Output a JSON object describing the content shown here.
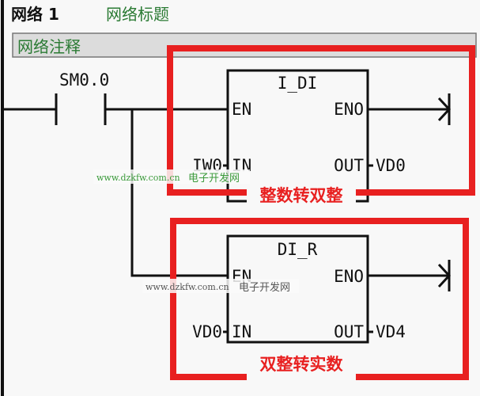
{
  "network": {
    "label": "网络 1",
    "title": "网络标题",
    "comment": "网络注释"
  },
  "contact": {
    "address": "SM0.0"
  },
  "blocks": [
    {
      "name": "I_DI",
      "en": "EN",
      "eno": "ENO",
      "in_pin": "IN",
      "out_pin": "OUT",
      "in_operand": "IW0",
      "out_operand": "VD0",
      "annotation": "整数转双整"
    },
    {
      "name": "DI_R",
      "en": "EN",
      "eno": "ENO",
      "in_pin": "IN",
      "out_pin": "OUT",
      "in_operand": "VD0",
      "out_operand": "VD4",
      "annotation": "双整转实数"
    }
  ],
  "watermark": {
    "url": "www.dzkfw.com.cn",
    "site": "电子开发网"
  },
  "colors": {
    "highlight": "#e82020",
    "title_green": "#2a7a33"
  }
}
